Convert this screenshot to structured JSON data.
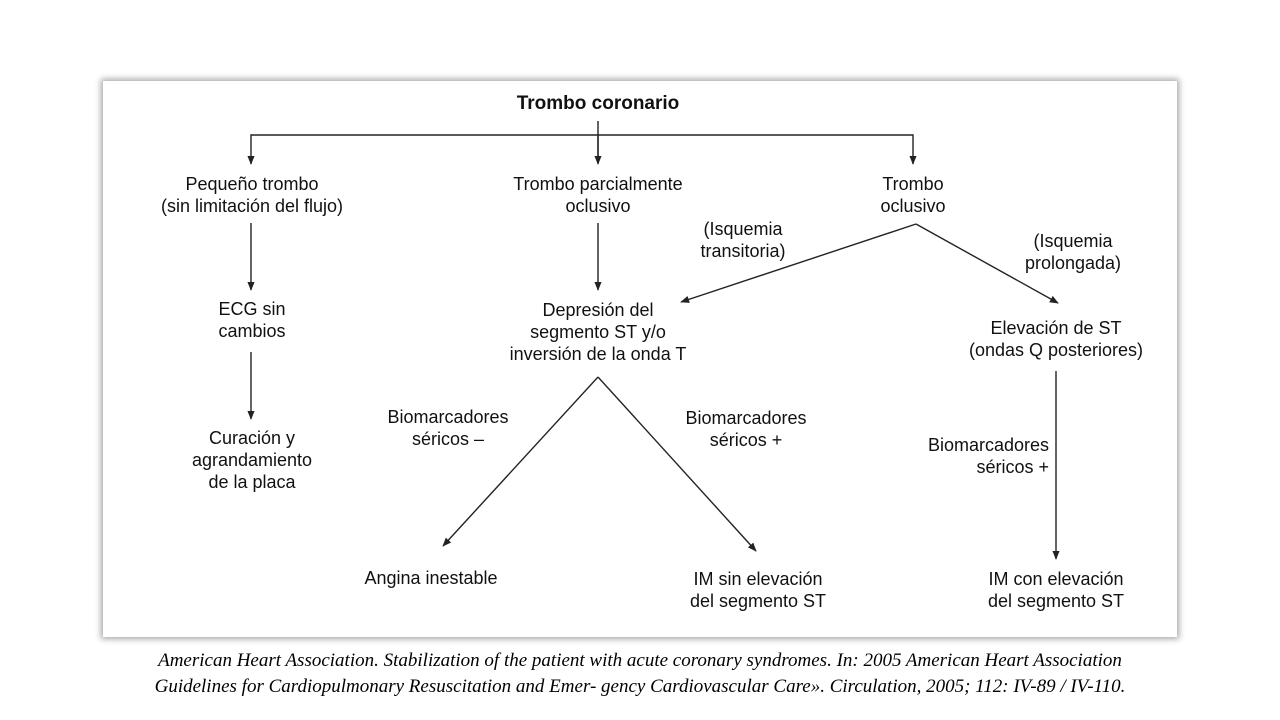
{
  "diagram": {
    "root": "Trombo coronario",
    "branch_small": "Pequeño trombo\n(sin limitación del flujo)",
    "branch_partial": "Trombo parcialmente\noclusivo",
    "branch_occlusive": "Trombo\noclusivo",
    "ecg_no_change": "ECG sin\ncambios",
    "healing": "Curación y\nagrandamiento\nde la placa",
    "transient_ischemia": "(Isquemia\ntransitoria)",
    "prolonged_ischemia": "(Isquemia\nprolongada)",
    "st_depression": "Depresión del\nsegmento ST y/o\ninversión de la onda T",
    "st_elevation": "Elevación de ST\n(ondas Q posteriores)",
    "biomarkers_negative": "Biomarcadores\nséricos –",
    "biomarkers_positive_mid": "Biomarcadores\nséricos +",
    "biomarkers_positive_right": "Biomarcadores\nséricos +",
    "unstable_angina": "Angina inestable",
    "nstemi": "IM sin elevación\ndel segmento ST",
    "stemi": "IM con elevación\ndel segmento ST"
  },
  "caption": {
    "line1": "American Heart Association. Stabilization of the patient with acute coronary syndromes. In: 2005 American Heart Association",
    "line2": "Guidelines for Cardiopulmonary Resuscitation and Emer- gency Cardiovascular Care». Circulation, 2005; 112: IV-89 / IV-110."
  },
  "colors": {
    "line": "#222222",
    "text": "#111111"
  }
}
